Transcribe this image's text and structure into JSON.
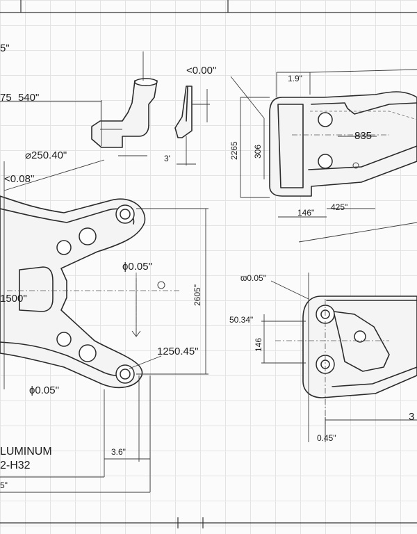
{
  "callouts": {
    "top_left_partial": "5\"",
    "top_left_75": "75",
    "top_left_540": "540\"",
    "hole_dia_top": "⌀250.40\"",
    "angle_top": "<0.00\"",
    "angle_left": "<0.08\"",
    "flatness_center": "ϕ0.05\"",
    "flatness_left_bottom": "ϕ0.05\"",
    "flatness_right": "ϖ0.05\"",
    "hole_dia_bottom": "1250.45\"",
    "height_main": "2605\"",
    "bracket_left_partial": "1500\"",
    "side_small": "3'",
    "width_top_right": "1.9\"",
    "height_right_top": "2265",
    "inner_right_top": "306",
    "dim_right_top_a": "835",
    "dim_right_top_b": "146\"",
    "dim_right_top_c": "425\"",
    "offset_right_mid": "50.34\"",
    "height_right_bottom": "146",
    "dim_right_bottom_a": "0.45\"",
    "dim_right_bottom_edge": "3",
    "bottom_dim_a": "3.6\"",
    "bottom_dim_partial": "5\""
  },
  "material": {
    "line1": "LUMINUM",
    "line2": "2-H32"
  }
}
